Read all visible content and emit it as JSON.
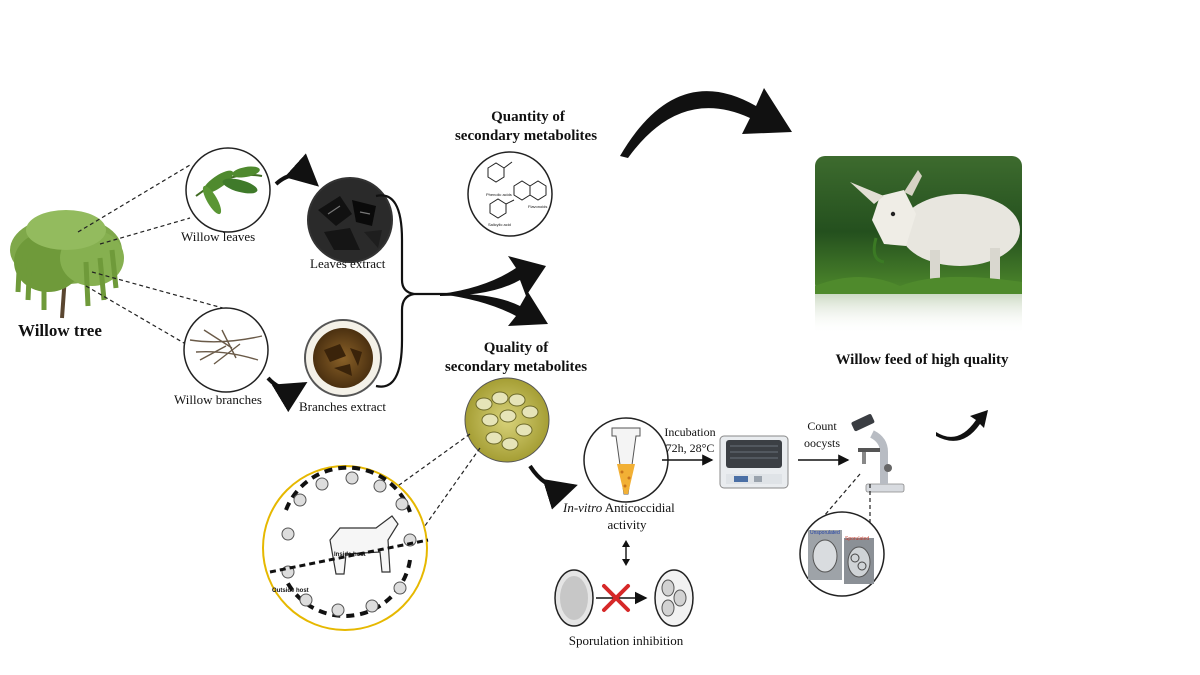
{
  "labels": {
    "willow_tree": "Willow tree",
    "willow_leaves": "Willow  leaves",
    "willow_branches": "Willow  branches",
    "leaves_extract": "Leaves  extract",
    "branches_extract": "Branches  extract",
    "quantity_line1": "Quantity of",
    "quantity_line2": "secondary metabolites",
    "quality_line1": "Quality of",
    "quality_line2": "secondary metabolites",
    "willow_feed": "Willow feed of high quality",
    "incubation_line1": "Incubation",
    "incubation_line2": "72h, 28°C",
    "count_line1": "Count",
    "count_line2": "oocysts",
    "invitro_italic": "In-vitro",
    "invitro_rest": " Anticoccidial",
    "activity": "activity",
    "sporulation_inhibition": "Sporulation  inhibition",
    "sporulated": "Sporulated",
    "unsporulated": "Unsporulated",
    "inside_host": "Inside host",
    "outside_host": "Outside host",
    "phenolic_acids": "Phenolic acids",
    "flavonoids": "Flavonoids",
    "salicylic_acid": "Salicylic acid"
  },
  "colors": {
    "tree_green": "#6f9a3a",
    "leaf_green": "#3f7a2a",
    "extract_dark": "#1b1b1b",
    "extract_brown": "#6b4a1e",
    "oocyst_yellow": "#c9c25a",
    "lifecycle_ring": "#e6b800",
    "sporulation_x": "#d62828",
    "grass_green": "#2f6a2a"
  }
}
